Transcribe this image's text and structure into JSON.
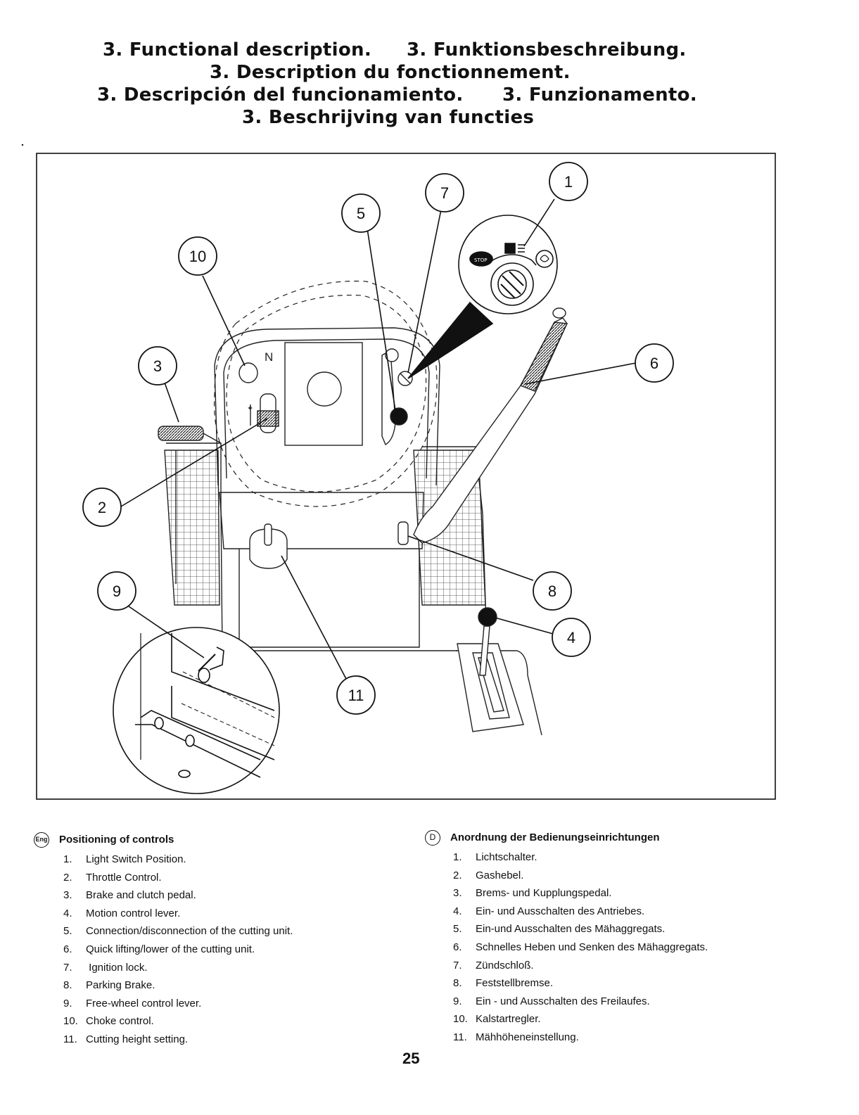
{
  "titles": {
    "line1_left": "3. Functional description.",
    "line1_right": "3. Funktionsbeschreibung.",
    "line2": "3. Description du fonctionnement.",
    "line3_left": "3. Descripción del funcionamiento.",
    "line3_right": "3. Funzionamento.",
    "line4": "3. Beschrijving van functies"
  },
  "figure": {
    "callouts": [
      "1",
      "2",
      "3",
      "4",
      "5",
      "6",
      "7",
      "8",
      "9",
      "10",
      "11"
    ],
    "neutral_mark": "N"
  },
  "legend_en": {
    "badge": "Eng",
    "heading": "Positioning of controls",
    "items": [
      {
        "num": "1.",
        "text": "Light Switch Position."
      },
      {
        "num": "2.",
        "text": "Throttle Control."
      },
      {
        "num": "3.",
        "text": "Brake and clutch pedal."
      },
      {
        "num": "4.",
        "text": "Motion control lever."
      },
      {
        "num": "5.",
        "text": "Connection/disconnection of the cutting unit."
      },
      {
        "num": "6.",
        "text": "Quick lifting/lower of the cutting unit."
      },
      {
        "num": "7.",
        "text": " Ignition lock."
      },
      {
        "num": "8.",
        "text": "Parking Brake."
      },
      {
        "num": "9.",
        "text": "Free-wheel control lever."
      },
      {
        "num": "10.",
        "text": "Choke control."
      },
      {
        "num": "11.",
        "text": "Cutting height setting."
      }
    ]
  },
  "legend_de": {
    "badge": "D",
    "heading": "Anordnung der Bedienungseinrichtungen",
    "items": [
      {
        "num": "1.",
        "text": "Lichtschalter."
      },
      {
        "num": "2.",
        "text": "Gashebel."
      },
      {
        "num": "3.",
        "text": "Brems- und Kupplungspedal."
      },
      {
        "num": "4.",
        "text": "Ein- und Ausschalten des Antriebes."
      },
      {
        "num": "5.",
        "text": "Ein-und Ausschalten des Mähaggregats."
      },
      {
        "num": "6.",
        "text": "Schnelles Heben und Senken des Mähaggregats."
      },
      {
        "num": "7.",
        "text": "Zündschloß."
      },
      {
        "num": "8.",
        "text": "Feststellbremse."
      },
      {
        "num": "9.",
        "text": "Ein - und Ausschalten des Freilaufes."
      },
      {
        "num": "10.",
        "text": "Kalstartregler."
      },
      {
        "num": "11.",
        "text": "Mähhöheneinstellung."
      }
    ]
  },
  "page_number": "25"
}
